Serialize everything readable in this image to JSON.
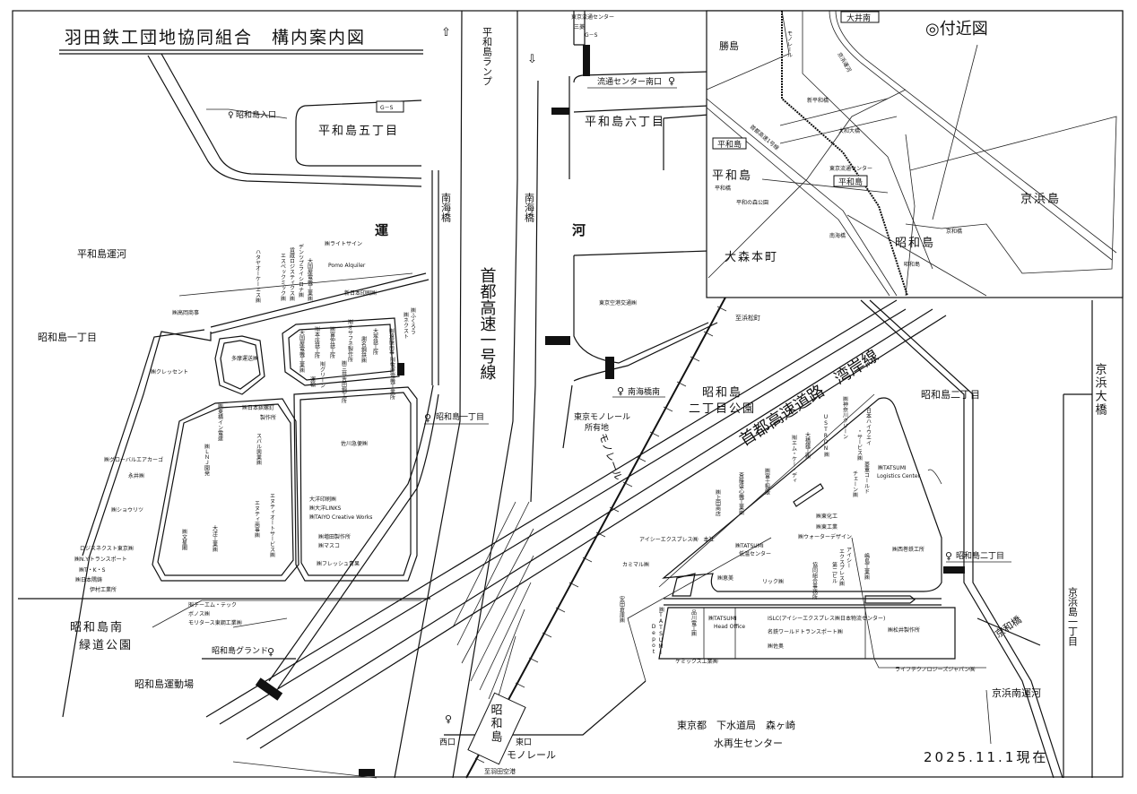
{
  "title": "羽田鉄工団地協同組合　構内案内図",
  "date": "2025.11.1現在",
  "areas": {
    "heiwajima5": "平和島五丁目",
    "heiwajima6": "平和島六丁目",
    "heiwajima_canal": "平和島運河",
    "showajima1": "昭和島一丁目",
    "showajima2": "昭和島二丁目",
    "park2_a": "昭和島",
    "park2_b": "二丁目公園",
    "south_park_a": "昭和島南",
    "south_park_b": "緑道公園",
    "stadium": "昭和島運動場",
    "keihinjima1": "京浜島一丁目",
    "keihin_south_canal": "京浜南運河",
    "sewer_a": "東京都　下水道局　森ヶ崎",
    "sewer_b": "水再生センター",
    "monorail_land_a": "東京モノレール",
    "monorail_land_b": "所有地",
    "canal_a": "運",
    "canal_b": "河"
  },
  "roads": {
    "heiwajima_ramp": "平和島ランプ",
    "nankai_bridge_1": "南海橋",
    "nankai_bridge_2": "南海橋",
    "shuto1": "首都高速一号線",
    "wangan": "首都高速道路　湾岸線",
    "to_hamamatsucho": "至浜松町",
    "to_haneda": "至羽田空港",
    "monorail_1": "モノレール",
    "monorail_2": "モノレール",
    "keiwa_bridge": "京和橋",
    "keihin_ohashi": "京浜大橋"
  },
  "bus_stops": {
    "showajima_entrance": "昭和島入口",
    "ryutsu_south": "流通センター南口",
    "nankaibashi_minami": "南海橋南",
    "showajima1": "昭和島一丁目",
    "showajima2": "昭和島二丁目",
    "ground": "昭和島グランド"
  },
  "station": {
    "name": "昭和島",
    "west_exit": "西口",
    "east_exit": "東口"
  },
  "top_labels": {
    "gs": "G－S",
    "ryutsu_center": "東京流通センター",
    "mitsubishi": "三菱",
    "gs2": "G－S"
  },
  "companies": {
    "takaoka": "㈱高岡商事",
    "hatayaoks": "ハタヤオーケーエス㈱",
    "espec": "エスペックミック㈱",
    "kazo": "貨蔵ロジスティクス㈱",
    "dentsply": "デンツプライシロナ㈱",
    "daikokuya1": "大国屋電機工業㈱",
    "lightsign": "㈱ライトサイン",
    "pomo": "Pomo Alquiler",
    "shinnihon": "新日本印刷㈱",
    "tama": "多摩運送㈱",
    "daikokuya2": "大国屋電機工業㈱",
    "honjo": "㈲本庄鉄工所",
    "tominaka": "㈱富仲鉄工所",
    "osafune": "㈲オサフネ製作所",
    "jana": "謝名鋼鉄㈱",
    "otsuka": "大塚鉄工所",
    "endo": "㈲遠藤商事",
    "fukurou": "㈱ふくろう",
    "next": "㈱ネクスト",
    "green": "㈲グリーン",
    "unyu": "運輸",
    "sankyo": "㈱三共吉田鋼工所",
    "makihara": "㈲牧原電機工業所",
    "crescent": "㈱クレッセント",
    "toyoko": "㈱東横イン電建",
    "nihonbyora_a": "㈱日本鋲螺釘",
    "nihonbyora_b": "製作所",
    "subaru": "スバル興業㈱",
    "lnj": "㈱ＬＮＪ開発",
    "nt_auto": "エヌティオートサービス㈱",
    "nt_shoji": "エヌティ商事㈱",
    "bunsei": "㈱文星閣",
    "taiyo_kogyo": "大洋工業㈱",
    "sagawa": "佐川急便㈱",
    "taiyo_print": "大洋印刷㈱",
    "taiyo_links": "㈱大洋LINKS",
    "taiyo_cw": "㈱TAIYO Creative Works",
    "masuda": "㈱増田製作所",
    "masco": "㈱マスコ",
    "fresh": "㈱フレッシュ青果",
    "global": "㈱グローバルエアカーゴ",
    "nagai": "永井㈱",
    "shouritsu": "㈱ショウリツ",
    "logisnext": "ロジスネクスト東京㈱",
    "ny": "㈱N.Y.トランスポート",
    "tks": "㈱T・K・S",
    "nihon_chu": "㈱日本隅鋳",
    "imura": "伊村工業所",
    "tmtech": "㈲テーエム・テック",
    "bonos": "ボノス㈱",
    "moritas": "モリタース東鋼工業㈱",
    "airport_transport": "東京空港交通㈱",
    "kanagawa_clean": "㈱神奈川クリーン",
    "ustron": "USTRON㈱",
    "nh_service_a": "日本ハイウエイ",
    "nh_service_b": "・サービス㈱",
    "ohashi": "大橋鐵工㈱",
    "mkd": "㈲エム・ケー・ディ",
    "ryoju_a": "菱重コールド",
    "ryoju_b": "チェーン㈱",
    "tatsumi_lc_a": "㈱TATSUMI",
    "tatsumi_lc_b": "Logistics Center",
    "fuji_seihan": "㈱富士製版",
    "saito": "斎藤盛心機工業㈱",
    "ueda": "㈱上田商店",
    "higashi_kako": "㈱東化工",
    "higashi_kogyo": "㈱東工業",
    "water": "㈱ウォーターデザイン",
    "icx_hq": "アイシーエクスプレス㈱　本社",
    "tatsumi_low_a": "㈱TATSUMI",
    "tatsumi_low_b": "低温センター",
    "kamimaru": "カミマル㈱",
    "nishimaki": "㈱西巻鉄工所",
    "emi": "㈱恵美",
    "rick": "リック㈱",
    "kumiai": "協同組合事務所",
    "icx2_a": "アイシー",
    "icx2_b": "エクスプレス㈱",
    "icx2_c": "第二ビル",
    "shimashima": "嶋島工業㈱",
    "yasuda": "安田倉庫㈱",
    "tatsumi_depot_a": "㈱TATSUMI",
    "tatsumi_depot_b": "Depot",
    "shinagawa": "品川電工㈱",
    "tatsumi_ho_a": "㈱TATSUMI",
    "tatsumi_ho_b": "Head Office",
    "islc": "ISLC(アイシーエクスプレス㈱日本物流センター)",
    "meitetsu": "名鉄ワールドトランスポート㈱",
    "saoku": "㈱佐奥",
    "matsui": "㈱松井製作所",
    "chemix": "ケミックス工業㈱",
    "lifetech": "ライフテクノロジーズジャパン㈱"
  },
  "inset": {
    "title": "◎付近図",
    "katsushima": "勝島",
    "oi_minami": "大井南",
    "monorail": "モノレール",
    "heiwajima_box1": "平和島",
    "heiwajima": "平和島",
    "heiwa_bridge": "平和橋",
    "heiwa_park": "平和の森公園",
    "shin_heiwa_bridge": "新平和橋",
    "yamato_bridge": "大和大橋",
    "ryutsu_center": "東京流通センター",
    "heiwajima_box2": "平和島",
    "nankai_bridge": "南海橋",
    "keiwa_bridge": "京和橋",
    "keihinjima": "京浜島",
    "showajima": "昭和島",
    "showajima_small": "昭和島",
    "omori": "大森本町",
    "shuto": "首都高速1号線",
    "canal": "京浜運河"
  }
}
